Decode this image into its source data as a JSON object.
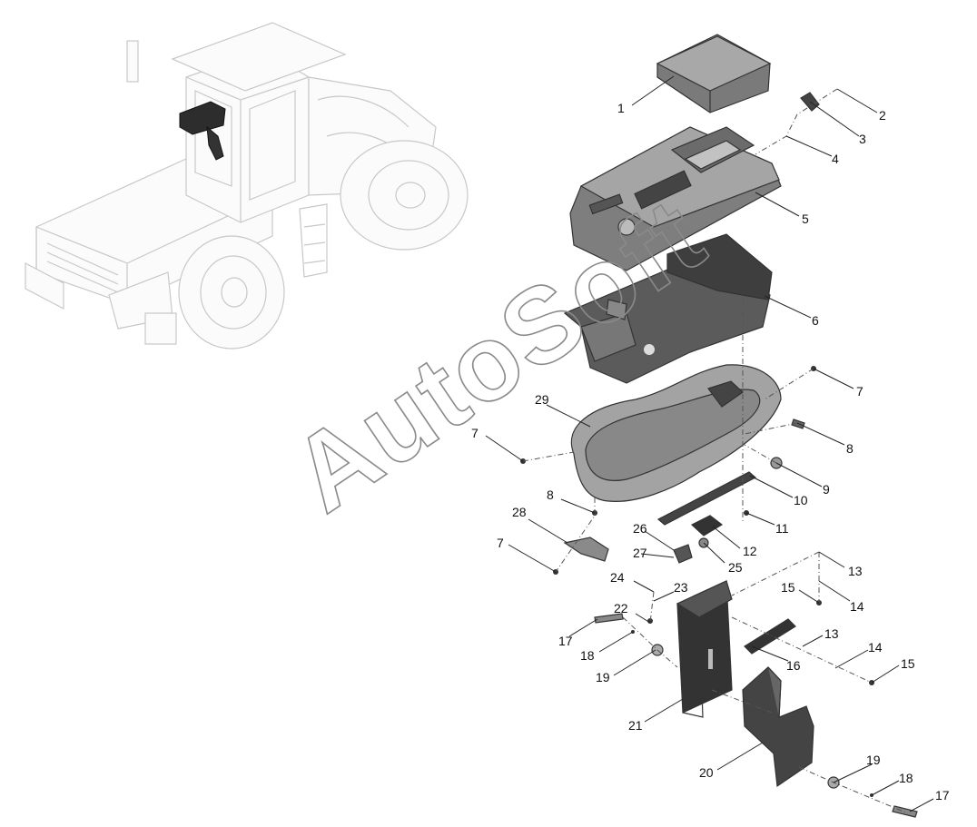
{
  "watermark": "AutoSoft",
  "callouts": [
    {
      "id": "c1",
      "label": "1"
    },
    {
      "id": "c2",
      "label": "2"
    },
    {
      "id": "c3",
      "label": "3"
    },
    {
      "id": "c4",
      "label": "4"
    },
    {
      "id": "c5",
      "label": "5"
    },
    {
      "id": "c6",
      "label": "6"
    },
    {
      "id": "c7a",
      "label": "7"
    },
    {
      "id": "c7b",
      "label": "7"
    },
    {
      "id": "c7c",
      "label": "7"
    },
    {
      "id": "c8a",
      "label": "8"
    },
    {
      "id": "c8b",
      "label": "8"
    },
    {
      "id": "c9",
      "label": "9"
    },
    {
      "id": "c10",
      "label": "10"
    },
    {
      "id": "c11",
      "label": "11"
    },
    {
      "id": "c12",
      "label": "12"
    },
    {
      "id": "c13a",
      "label": "13"
    },
    {
      "id": "c13b",
      "label": "13"
    },
    {
      "id": "c14a",
      "label": "14"
    },
    {
      "id": "c14b",
      "label": "14"
    },
    {
      "id": "c15a",
      "label": "15"
    },
    {
      "id": "c15b",
      "label": "15"
    },
    {
      "id": "c16",
      "label": "16"
    },
    {
      "id": "c17a",
      "label": "17"
    },
    {
      "id": "c17b",
      "label": "17"
    },
    {
      "id": "c18a",
      "label": "18"
    },
    {
      "id": "c18b",
      "label": "18"
    },
    {
      "id": "c19a",
      "label": "19"
    },
    {
      "id": "c19b",
      "label": "19"
    },
    {
      "id": "c20",
      "label": "20"
    },
    {
      "id": "c21",
      "label": "21"
    },
    {
      "id": "c22",
      "label": "22"
    },
    {
      "id": "c23",
      "label": "23"
    },
    {
      "id": "c24",
      "label": "24"
    },
    {
      "id": "c25",
      "label": "25"
    },
    {
      "id": "c26",
      "label": "26"
    },
    {
      "id": "c27",
      "label": "27"
    },
    {
      "id": "c28",
      "label": "28"
    },
    {
      "id": "c29",
      "label": "29"
    }
  ]
}
